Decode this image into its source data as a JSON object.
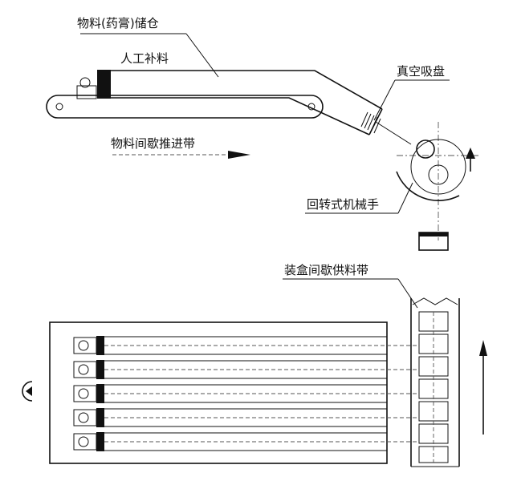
{
  "labels": {
    "storage_bin": "物料(药膏)储仓",
    "manual_refill": "人工补料",
    "vacuum_cup": "真空吸盘",
    "material_conveyor": "物料间歇推进带",
    "rotary_manipulator": "回转式机械手",
    "box_conveyor": "装盒间歇供料带"
  },
  "colors": {
    "line": "#111111",
    "dashed": "#555555",
    "fill_dark": "#111111",
    "background": "#ffffff"
  }
}
